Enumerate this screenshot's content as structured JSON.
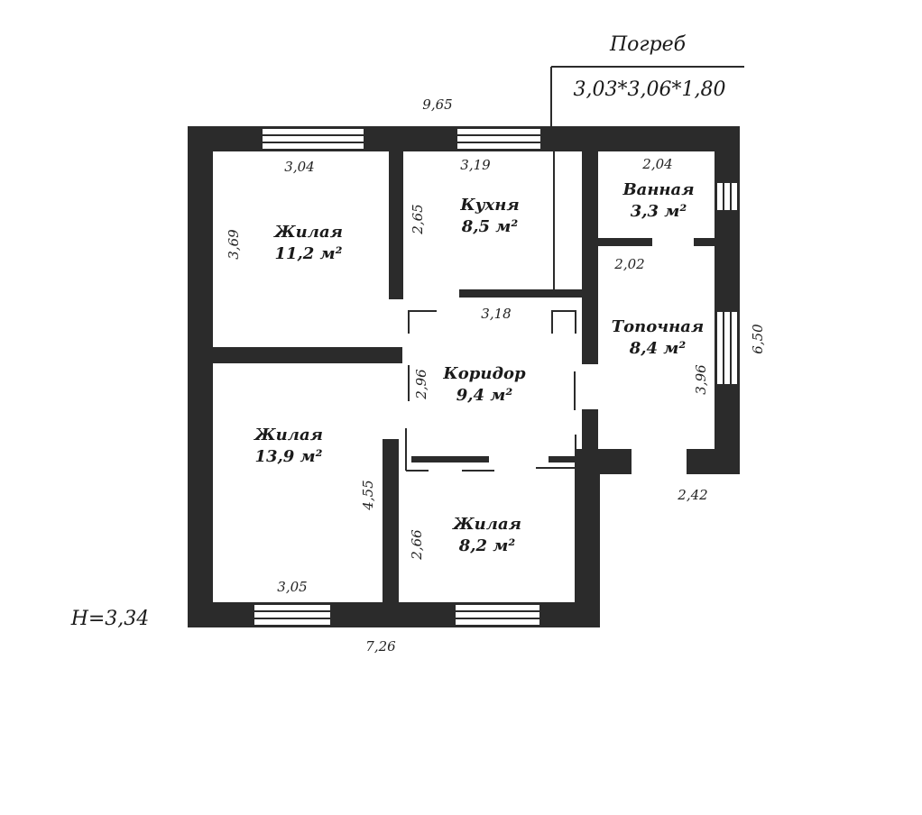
{
  "cellar": {
    "label": "Погреб",
    "size": "3,03*3,06*1,80"
  },
  "height_label": "H=3,34",
  "dims": {
    "overall_top": "9,65",
    "overall_bottom": "7,26",
    "overall_right": "6,50",
    "right_bottom": "2,42",
    "bed1_w": "3,04",
    "bed1_h": "3,69",
    "kitchen_w": "3,19",
    "kitchen_h": "2,65",
    "bath_w": "2,04",
    "boiler_w": "2,02",
    "boiler_h": "3,96",
    "corridor_w": "3,18",
    "corridor_h": "2,96",
    "bed2_h": "4,55",
    "bed2_w": "3,05",
    "bed3_h": "2,66"
  },
  "rooms": {
    "bed1": {
      "name": "Жилая",
      "area": "11,2 м²"
    },
    "kitchen": {
      "name": "Кухня",
      "area": "8,5 м²"
    },
    "bath": {
      "name": "Ванная",
      "area": "3,3 м²"
    },
    "boiler": {
      "name": "Топочная",
      "area": "8,4 м²"
    },
    "corridor": {
      "name": "Коридор",
      "area": "9,4 м²"
    },
    "bed2": {
      "name": "Жилая",
      "area": "13,9 м²"
    },
    "bed3": {
      "name": "Жилая",
      "area": "8,2 м²"
    }
  }
}
